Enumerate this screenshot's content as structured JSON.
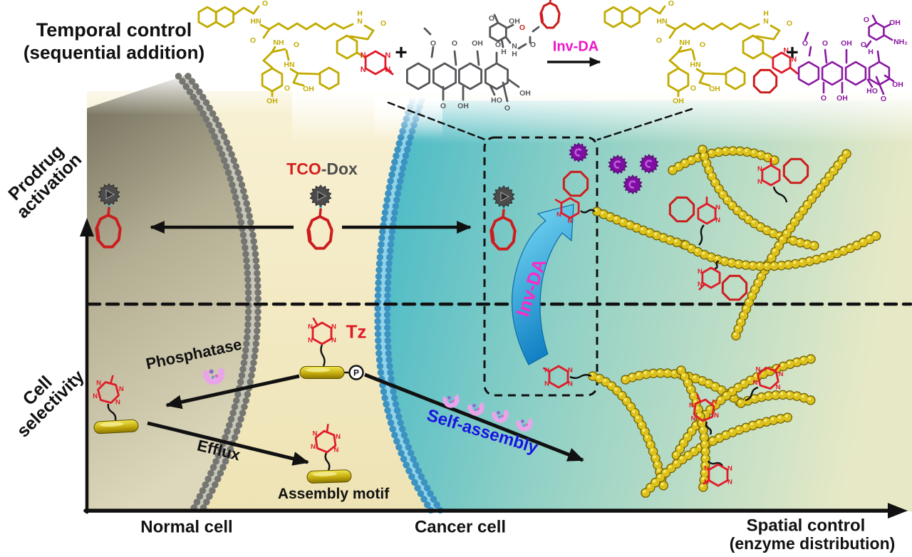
{
  "colors": {
    "peptide_yellow": "#c2ab00",
    "structure_gray": "#55565a",
    "structure_purple": "#8a18a0",
    "tetrazine_red": "#e01b28",
    "tco_red": "#cc1d1d",
    "fiber_yellow": "#dcc11c",
    "fiber_shadow": "#6e5d00",
    "fiber_highlight": "#f6eb70",
    "dox_gray": "#4c4c4c",
    "dox_purple": "#7c0fa0",
    "magenta": "#ee14c8",
    "swoosh_blue_light": "#7edff7",
    "swoosh_blue_dark": "#1180c4",
    "self_assembly_blue": "#1a14e0",
    "normal_membrane": "#757571",
    "normal_membrane_band": "#c6c6b8",
    "cancer_membrane": "#3c93c2",
    "cancer_membrane_band": "#90d3e9",
    "normal_cell_dark": "#6f6b59",
    "normal_cell_mid": "#b3ae93",
    "normal_cell_light": "#ddd8bb",
    "extracellular_top": "#f8f1d4",
    "extracellular_bottom": "#eee3b4",
    "cancer_teal": "#46b9c7",
    "cancer_mid": "#8fd0c6",
    "cancer_pale": "#e7e9c6",
    "enzyme_pink": "#e9a4e9",
    "enzyme_violet": "#8a5cd8",
    "link_cyan": "#3fc3d6",
    "label_dark_gray": "#4d4d4d",
    "black": "#111111"
  },
  "axes": {
    "y_title": "Temporal control",
    "y_subtitle": "(sequential addition)",
    "x_title": "Spatial control",
    "x_subtitle": "(enzyme distribution)",
    "y_region_labels": [
      {
        "line1": "Prodrug",
        "line2": "activation"
      },
      {
        "line1": "Cell",
        "line2": "selectivity"
      }
    ],
    "x_region_labels": [
      "Normal cell",
      "Cancer cell"
    ]
  },
  "labels": {
    "tco_dox_red": "TCO",
    "tco_dox_gray": "-Dox",
    "tz": "Tz",
    "inv_da_scheme": "Inv-DA",
    "inv_da_swoosh": "Inv-DA",
    "phosphatase": "Phosphatase",
    "efflux": "Efflux",
    "assembly_motif": "Assembly motif",
    "self_assembly": "Self-assembly",
    "phosphate": "P",
    "plus_left": "+",
    "plus_right": "+"
  },
  "scheme": {
    "mol1_atoms": [
      "O",
      "HN",
      "H",
      "N",
      "O",
      "O",
      "NH",
      "O",
      "HN",
      "O",
      "OH",
      "OH"
    ],
    "mol1_ring_n": [
      "N",
      "N",
      "N",
      "N"
    ],
    "mol2_atoms": [
      "O",
      "O",
      "OH",
      "O",
      "H",
      "O",
      "OH",
      "O",
      "N",
      "H",
      "O",
      "O",
      "OH",
      "HO",
      "O",
      "OH"
    ],
    "mol3_atoms": [
      "O",
      "HN",
      "H",
      "N",
      "O",
      "O",
      "NH",
      "O",
      "HN",
      "O",
      "OH",
      "OH"
    ],
    "mol3_ring_n": [
      "N",
      "N"
    ],
    "mol4_atoms": [
      "O",
      "O",
      "OH",
      "O",
      "H",
      "O",
      "OH",
      "NH₂",
      "O",
      "OH",
      "HO",
      "O",
      "OH"
    ]
  },
  "glyphs": {
    "tetrazine_n": [
      "N",
      "N",
      "N",
      "N"
    ],
    "pyridazine_n": [
      "N",
      "N"
    ]
  }
}
